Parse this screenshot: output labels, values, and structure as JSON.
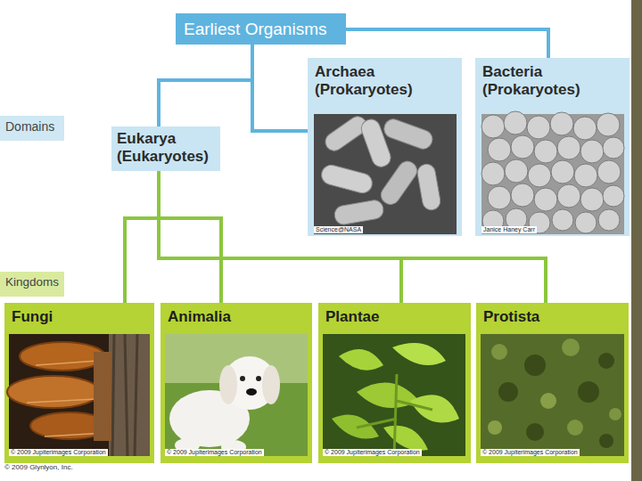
{
  "diagram": {
    "nodes": [
      {
        "text": [
          "Earliest Organisms"
        ]
      },
      {
        "text": [
          "Archaea (Prokaryotes)",
          "Science@NASA"
        ]
      },
      {
        "text": [
          "Bacteria (Prokaryotes)",
          "Janice Haney Carr"
        ]
      },
      {
        "text": [
          "Domains"
        ]
      },
      {
        "text": [
          "Eukarya (Eukaryotes)"
        ]
      },
      {
        "text": [
          "Kingdoms"
        ]
      },
      {
        "text": [
          "Fungi",
          "© 2009 Jupiterimages Corporation"
        ]
      },
      {
        "text": [
          "Animalia",
          "© 2009 Jupiterimages Corporation"
        ]
      },
      {
        "text": [
          "Plantae",
          "© 2009 Jupiterimages Corporation"
        ]
      },
      {
        "text": [
          "Protista",
          "© 2009 Jupiterimages Corporation"
        ]
      }
    ],
    "edges": [
      {
        "from": 0,
        "to": 4,
        "arrow": "none"
      },
      {
        "from": 0,
        "to": 1,
        "arrow": "none"
      },
      {
        "from": 0,
        "to": 2,
        "arrow": "none"
      },
      {
        "from": 4,
        "to": 6,
        "arrow": "none"
      },
      {
        "from": 4,
        "to": 7,
        "arrow": "none"
      },
      {
        "from": 4,
        "to": 8,
        "arrow": "none"
      },
      {
        "from": 4,
        "to": 9,
        "arrow": "none"
      }
    ],
    "labels": [
      "© 2009 Glynlyon, Inc."
    ]
  }
}
